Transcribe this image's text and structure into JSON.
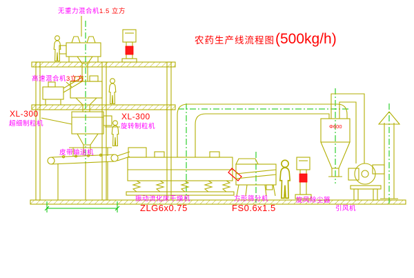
{
  "title": {
    "text": "农药生产线流程图",
    "capacity": "(500kg/h)"
  },
  "equipment_labels": {
    "gravity_mixer": {
      "name": "无重力混合机",
      "spec": "1.5 立方"
    },
    "high_speed_mixer": {
      "name": "高速混合机",
      "spec": "3立方"
    },
    "fine_granulator": {
      "model": "XL-300",
      "name": "超细制粒机"
    },
    "rotary_granulator": {
      "model": "XL-300",
      "name": "旋转制粒机"
    },
    "belt_conveyor": {
      "name": "皮带输送机"
    },
    "fluid_bed_dryer": {
      "name": "振动流化床干燥机",
      "model": "ZLG6x0.75"
    },
    "square_sifter": {
      "name": "方形筛分机",
      "model": "FS0.6x1.5"
    },
    "cyclone_dust_collector": {
      "name": "旋风除尘器",
      "size": "Φ600"
    },
    "induced_draft_fan": {
      "name": "引风机"
    }
  },
  "colors": {
    "line_yellow": "#b2ae00",
    "centerline_green": "#00c400",
    "label_magenta": "#ff00ff",
    "label_red": "#ff0000",
    "background": "#ffffff"
  }
}
